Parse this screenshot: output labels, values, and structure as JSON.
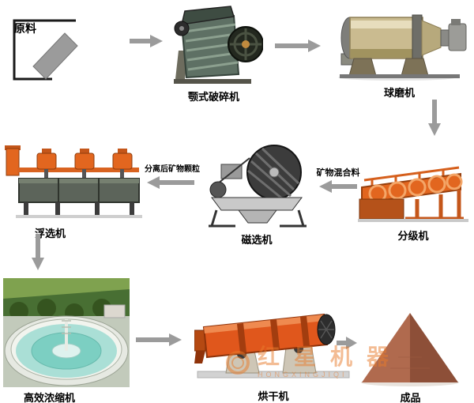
{
  "diagram": {
    "raw_material_label": "原料",
    "machines": {
      "jaw_crusher": "颚式破碎机",
      "ball_mill": "球磨机",
      "classifier": "分级机",
      "magnetic_separator": "磁选机",
      "flotation": "浮选机",
      "thickener": "高效浓缩机",
      "dryer": "烘干机",
      "product": "成品"
    },
    "annotations": {
      "mixture": "矿物混合料",
      "separated": "分离后矿物颗粒"
    }
  },
  "watermark": {
    "text": "红星机器",
    "subtext": "HONGXINGJIQI"
  },
  "colors": {
    "accent_orange": "#e2661f",
    "arrow_gray": "#9b9b9b",
    "watermark_orange": "#e87b2c",
    "label_black": "#000000"
  }
}
